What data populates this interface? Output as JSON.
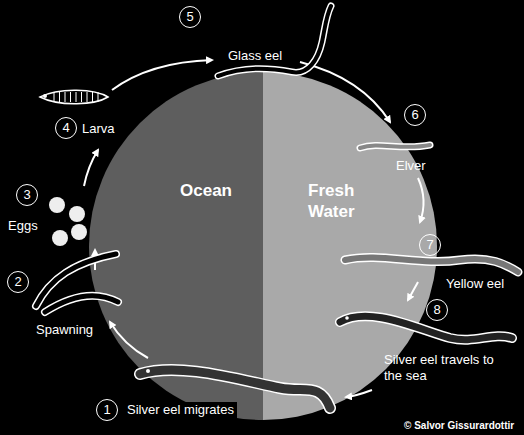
{
  "diagram": {
    "nodes": [
      {
        "text": [
          "Ocean"
        ]
      },
      {
        "text": [
          "Fresh Water"
        ]
      }
    ],
    "labels": [
      "1",
      "Silver eel migrates",
      "2",
      "Spawning",
      "3",
      "Eggs",
      "4",
      "Larva",
      "5",
      "Glass eel",
      "6",
      "Elver",
      "7",
      "Yellow eel",
      "8",
      "Silver eel travels to the sea",
      "© Salvor Gissurardottir"
    ]
  }
}
